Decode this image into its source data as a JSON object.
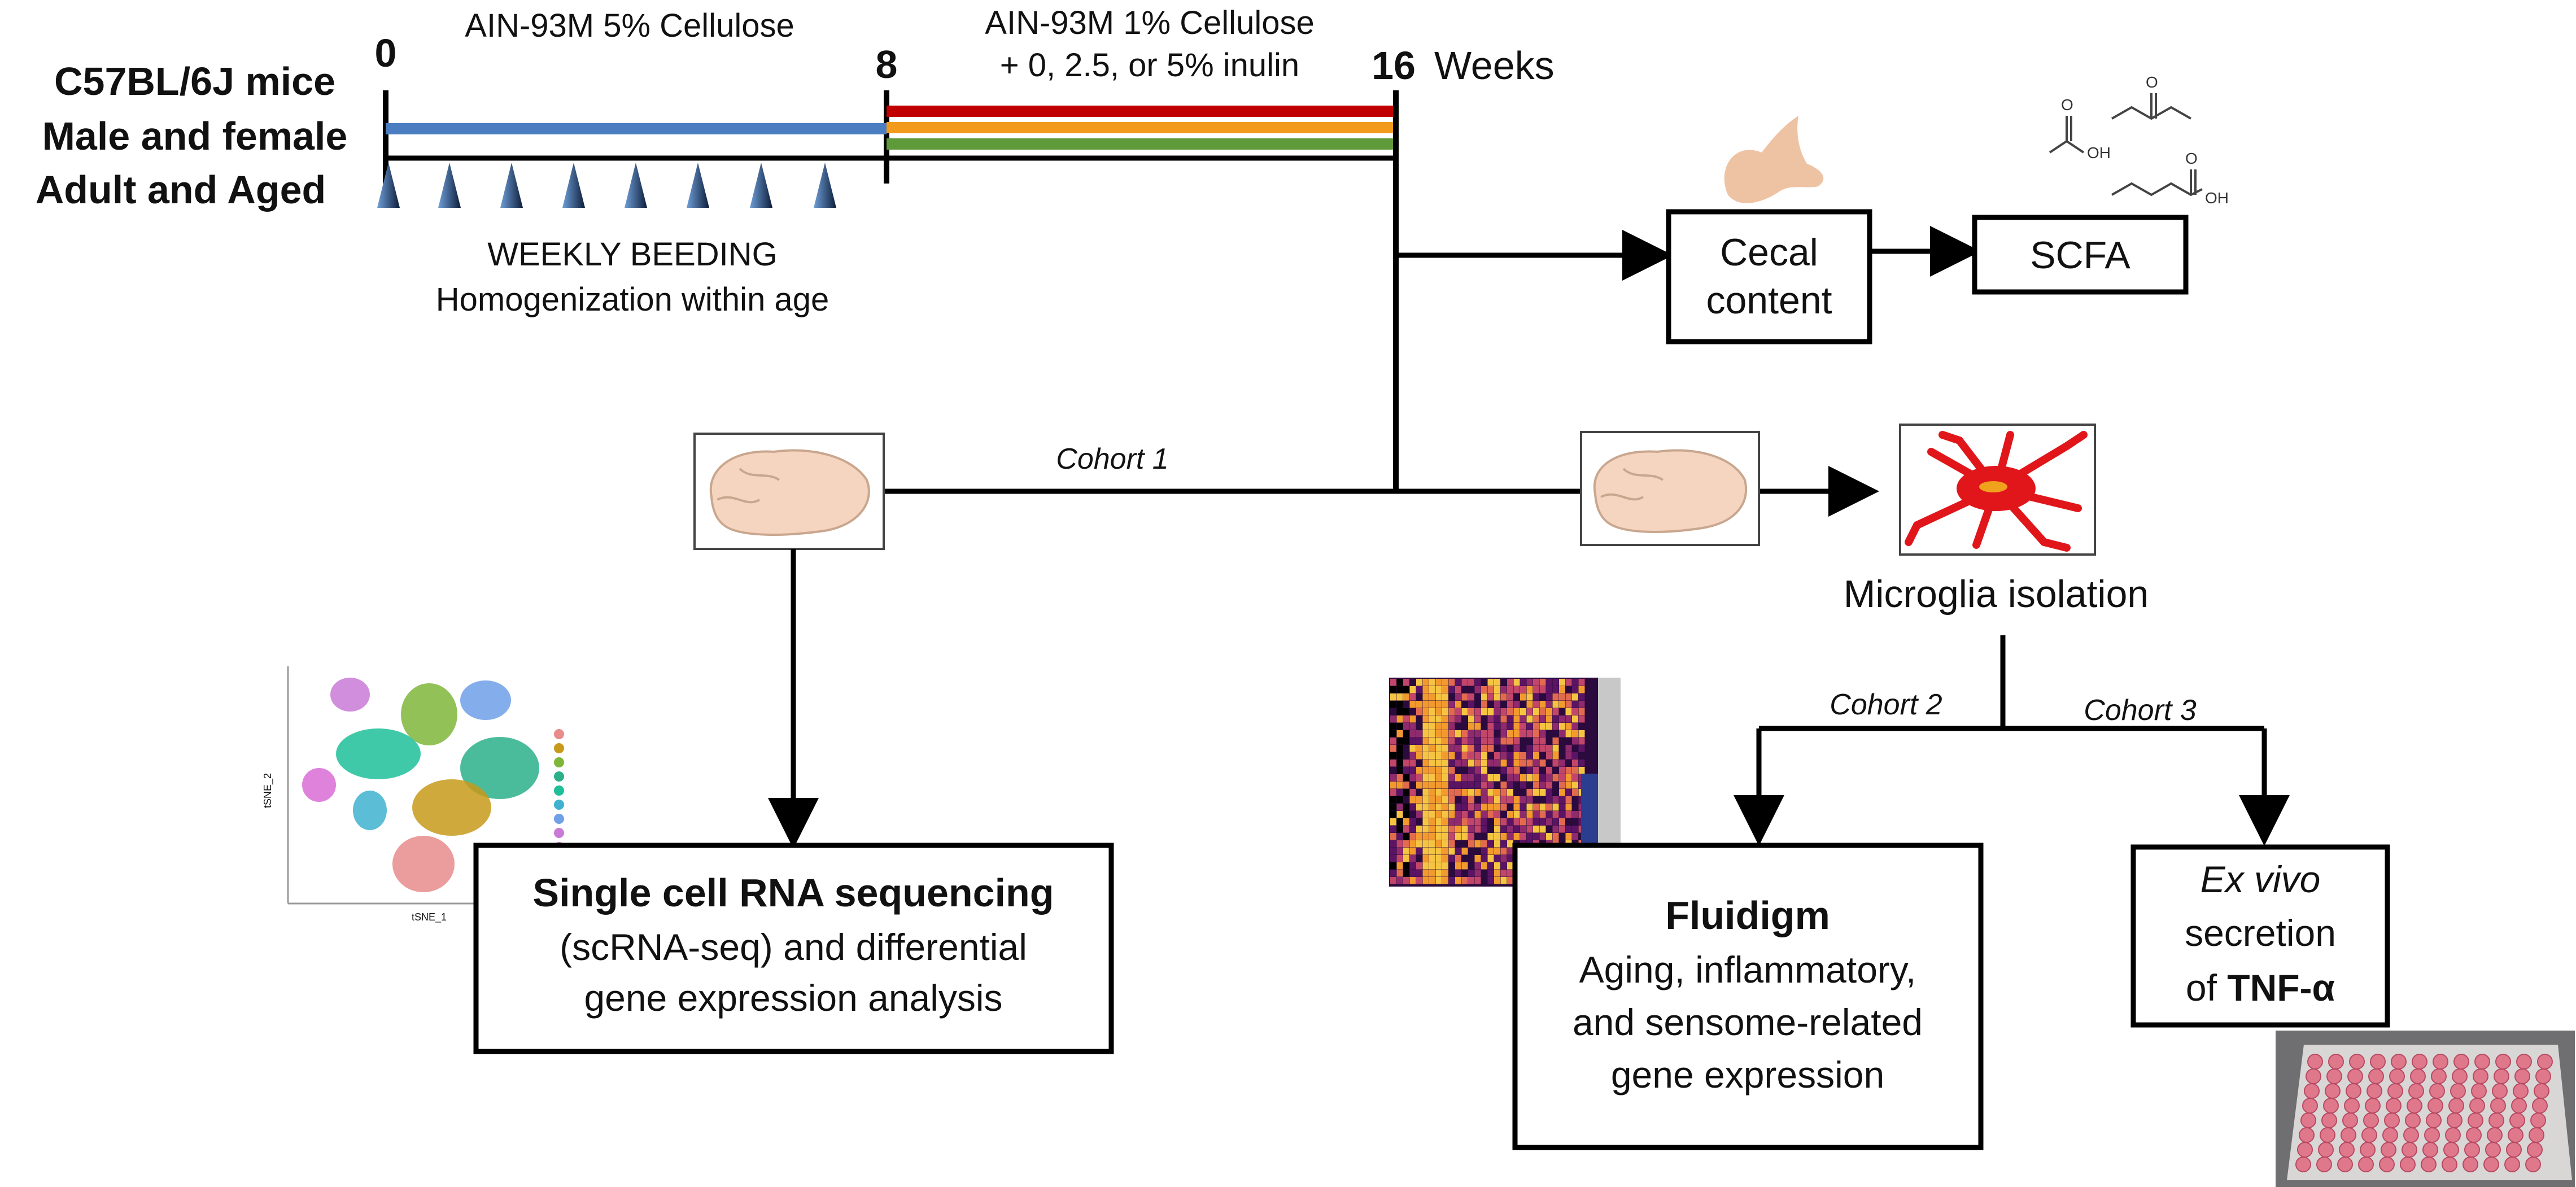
{
  "mouse_info": {
    "line1": "C57BL/6J mice",
    "line2": "Male and female",
    "line3": "Adult and Aged"
  },
  "timeline": {
    "week0": "0",
    "week8": "8",
    "week16": "16",
    "unit": "Weeks",
    "phase1": "AIN-93M 5% Cellulose",
    "phase2_line1": "AIN-93M 1% Cellulose",
    "phase2_line2": "+ 0, 2.5, or 5% inulin",
    "bedding_line1": "WEEKLY BEEDING",
    "bedding_line2": "Homogenization within age"
  },
  "cecal": {
    "line1": "Cecal",
    "line2": "content"
  },
  "scfa": {
    "label": "SCFA"
  },
  "cohorts": {
    "c1": "Cohort 1",
    "c2": "Cohort 2",
    "c3": "Cohort 3"
  },
  "microglia": {
    "label": "Microglia isolation"
  },
  "scrna": {
    "title": "Single cell RNA sequencing",
    "line2": "(scRNA-seq) and differential",
    "line3": "gene expression analysis"
  },
  "fluidigm": {
    "title": "Fluidigm",
    "line2": "Aging, inflammatory,",
    "line3": "and sensome-related",
    "line4": "gene expression"
  },
  "exvivo": {
    "line1": "Ex vivo",
    "line2": "secretion",
    "line3_prefix": "of ",
    "line3_bold": "TNF-α"
  },
  "tsne_axes": {
    "x": "tSNE_1",
    "y": "tSNE_2"
  },
  "colors": {
    "phase1_bar": "#4a7ec1",
    "diet_red": "#c00000",
    "diet_orange": "#f29a1c",
    "diet_green": "#5f9a3a",
    "brain_fill": "#f5d5c0",
    "microglia_red": "#e0161a"
  }
}
